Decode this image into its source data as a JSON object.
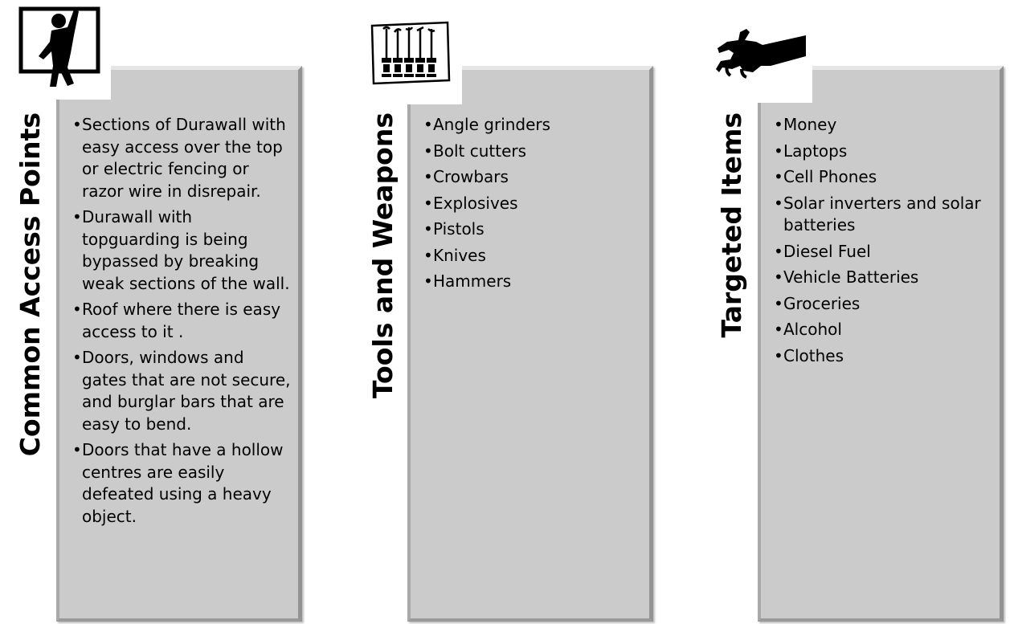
{
  "columns": [
    {
      "heading": "Common Access Points",
      "icon": "burglar-window-icon",
      "items": [
        "Sections of Durawall with easy access over the top or electric fencing or razor wire in disrepair.",
        "Durawall with topguarding is being bypassed by breaking weak sections of the wall.",
        "Roof where there is easy access to it .",
        "Doors, windows and gates that are not secure, and burglar bars that are easy to bend.",
        "Doors that have a hollow centres are easily defeated using a heavy object."
      ]
    },
    {
      "heading": "Tools and Weapons",
      "icon": "lock-picks-icon",
      "items": [
        "Angle grinders",
        "Bolt cutters",
        "Crowbars",
        "Explosives",
        "Pistols",
        "Knives",
        "Hammers"
      ]
    },
    {
      "heading": "Targeted Items",
      "icon": "grabbing-hand-icon",
      "items": [
        "Money",
        "Laptops",
        "Cell Phones",
        "Solar inverters and solar batteries",
        "Diesel Fuel",
        "Vehicle Batteries",
        "Groceries",
        "Alcohol",
        "Clothes"
      ]
    }
  ],
  "colors": {
    "panel": "#cbcbcb",
    "text": "#000000"
  }
}
